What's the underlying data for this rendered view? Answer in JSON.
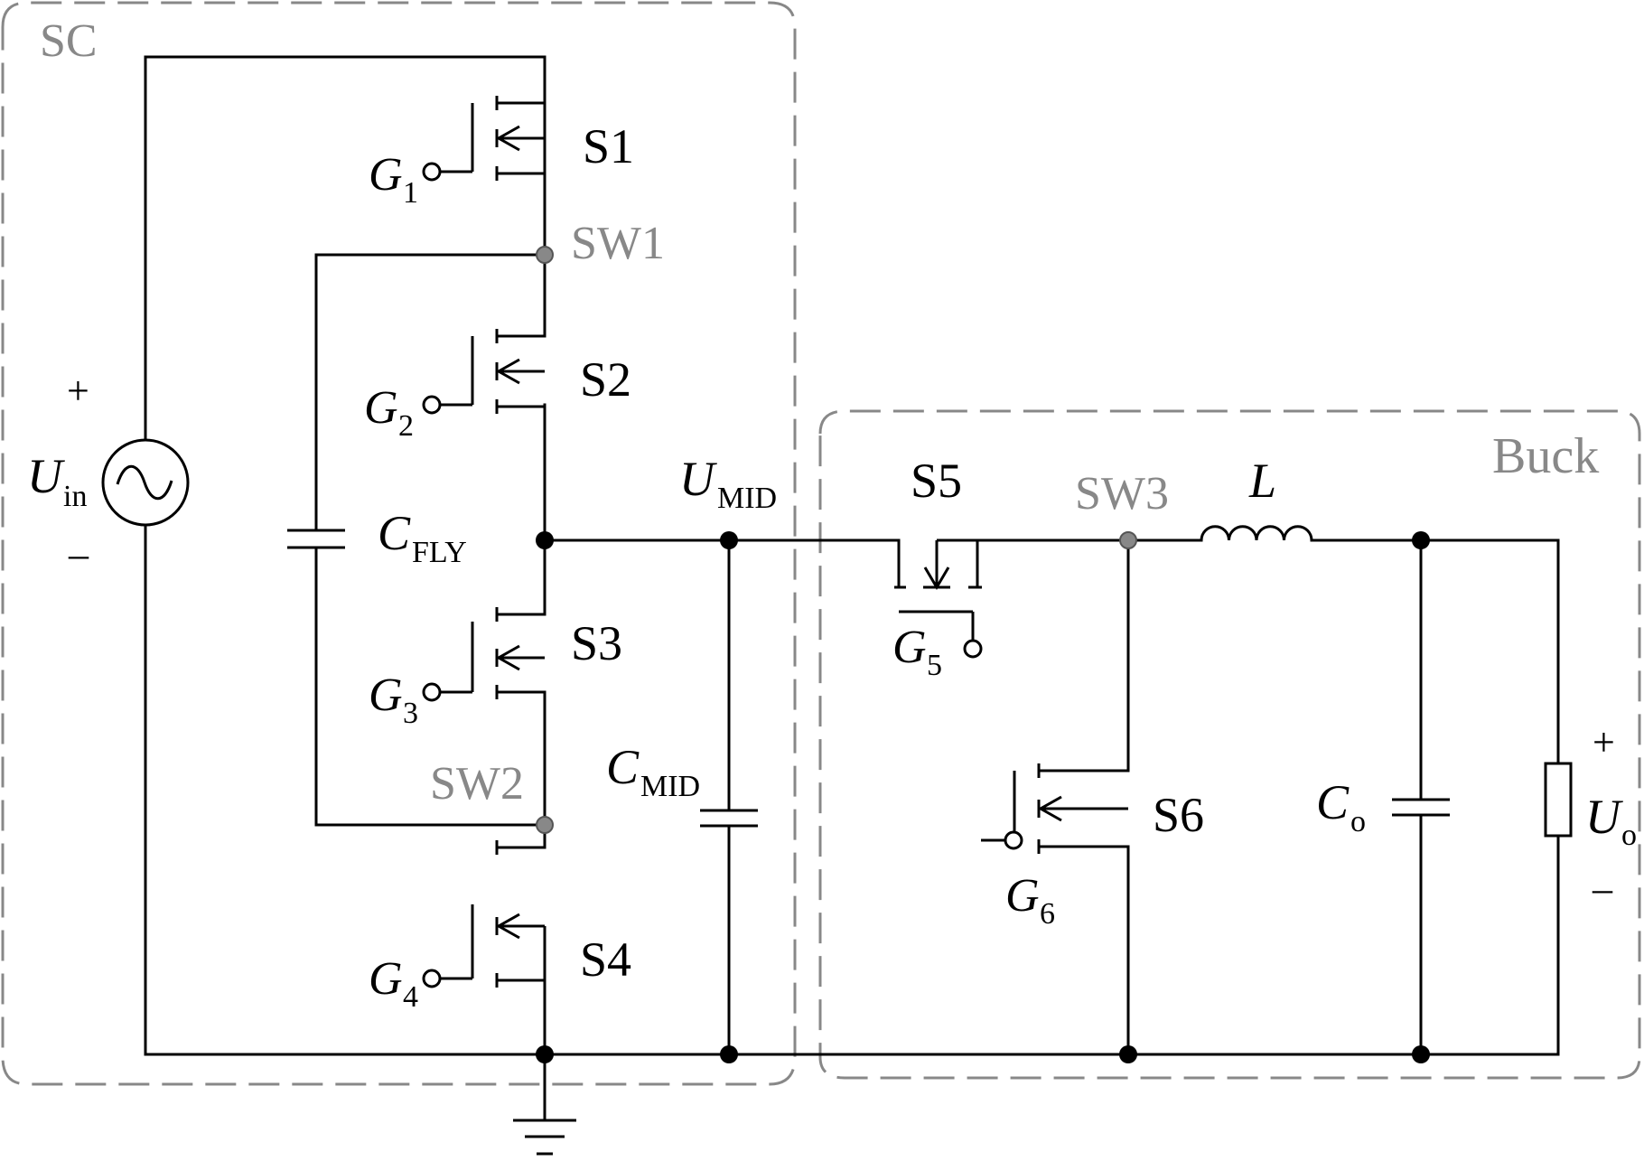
{
  "blocks": {
    "sc": "SC",
    "buck": "Buck"
  },
  "components": {
    "s1": "S1",
    "s2": "S2",
    "s3": "S3",
    "s4": "S4",
    "s5": "S5",
    "s6": "S6",
    "l": "L"
  },
  "gates": {
    "g": "G",
    "g1": "1",
    "g2": "2",
    "g3": "3",
    "g4": "4",
    "g5": "5",
    "g6": "6"
  },
  "nodes": {
    "sw1": "SW1",
    "sw2": "SW2",
    "sw3": "SW3"
  },
  "labels": {
    "u": "U",
    "c": "C",
    "in": "in",
    "mid": "MID",
    "fly": "FLY",
    "o": "o",
    "plus": "+",
    "minus": "–"
  },
  "colors": {
    "wire": "#000000",
    "box": "#888888",
    "node_gray": "#8a8a8a"
  }
}
